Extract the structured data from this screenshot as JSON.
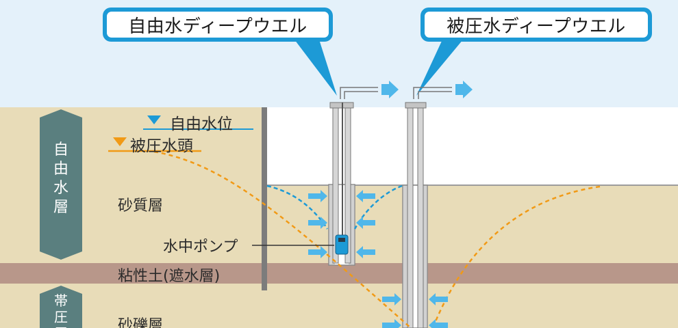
{
  "callouts": {
    "free_well": "自由水ディープウエル",
    "confined_well": "被圧水ディープウエル"
  },
  "legend": {
    "free_water_level": "自由水位",
    "confined_head": "被圧水頭"
  },
  "layers": {
    "free_aquifer_band": "自由水層",
    "confined_aquifer_band": "帯圧層",
    "sand": "砂質層",
    "clay": "粘性土(遮水層)",
    "gravel": "砂礫層"
  },
  "labels": {
    "pump": "水中ポンプ"
  },
  "colors": {
    "sky": "#e4f1fa",
    "sand": "#e8dcb8",
    "clay": "#b8978a",
    "free_water": "#1d9ad6",
    "confined_head": "#f19a16",
    "badge": "#5a7f7f",
    "arrow": "#4fb7ea"
  }
}
